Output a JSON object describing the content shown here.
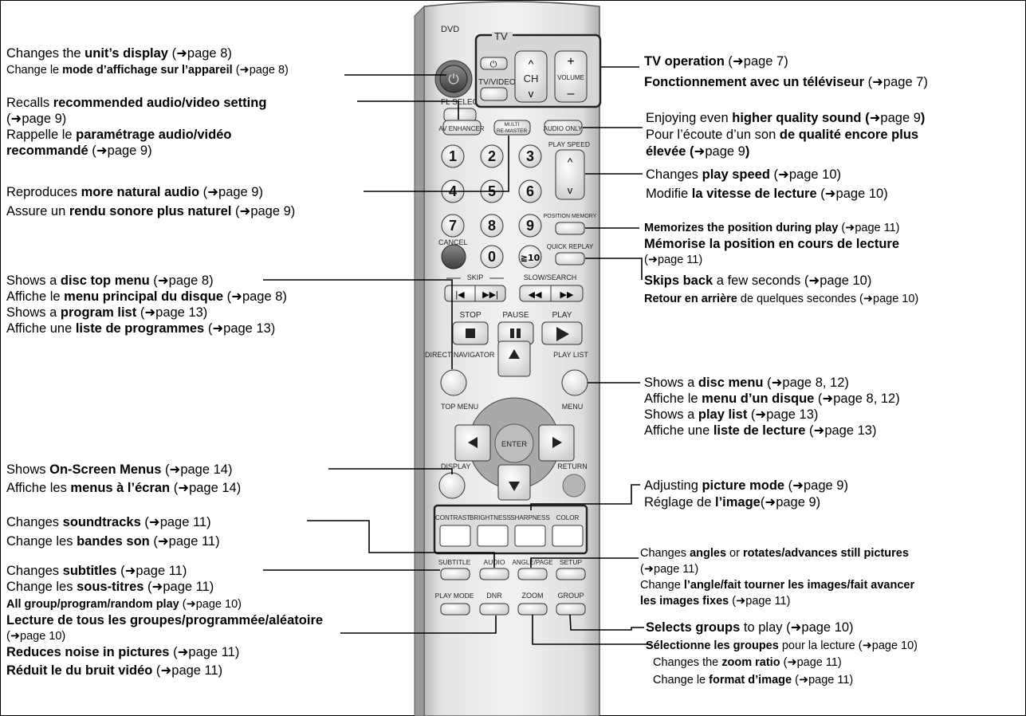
{
  "arrow": "➜",
  "left": {
    "display": {
      "l1": [
        "Changes the ",
        "unit’s display",
        " (",
        "page 8)"
      ],
      "l2": [
        "Change le ",
        "mode d’affichage sur l’appareil",
        " (",
        "page 8)"
      ]
    },
    "av": {
      "l1": [
        "Recalls ",
        "recommended audio/video setting"
      ],
      "l2": [
        "(",
        "page 9)"
      ],
      "l3": [
        "Rappelle le ",
        "paramétrage audio/vidéo"
      ],
      "l4": [
        "recommandé",
        " (",
        "page 9)"
      ]
    },
    "natural": {
      "l1": [
        "Reproduces ",
        "more natural audio",
        " (",
        "page 9)"
      ],
      "l2": [
        "Assure un ",
        "rendu sonore plus naturel",
        " (",
        "page 9)"
      ]
    },
    "topmenu": {
      "l1": [
        "Shows a ",
        "disc top menu",
        " (",
        "page 8)"
      ],
      "l2": [
        "Affiche le ",
        "menu principal du disque",
        " (",
        "page 8)"
      ],
      "l3": [
        "Shows a ",
        "program list",
        " (",
        "page 13)"
      ],
      "l4": [
        "Affiche une ",
        "liste de programmes",
        " (",
        "page 13)"
      ]
    },
    "osd": {
      "l1": [
        "Shows ",
        "On-Screen Menus",
        " (",
        "page 14)"
      ],
      "l2": [
        "Affiche les ",
        "menus à l’écran",
        " (",
        "page 14)"
      ]
    },
    "audio": {
      "l1": [
        "Changes ",
        "soundtracks",
        " (",
        "page 11)"
      ],
      "l2": [
        "Change les ",
        "bandes son",
        " (",
        "page 11)"
      ]
    },
    "subtitle": {
      "l1": [
        "Changes ",
        "subtitles",
        " (",
        "page 11)"
      ],
      "l2": [
        "Change les ",
        "sous-titres",
        " (",
        "page 11)"
      ]
    },
    "playmode": {
      "l1": [
        "All group/program/random play",
        " (",
        "page 10)"
      ],
      "l2": [
        "Lecture de tous les groupes/programmée/aléatoire"
      ],
      "l3": [
        "(",
        "page 10)"
      ]
    },
    "dnr": {
      "l1": [
        "Reduces noise in pictures",
        " (",
        "page 11)"
      ],
      "l2": [
        "Réduit le du bruit vidéo",
        " (",
        "page 11)"
      ]
    }
  },
  "right": {
    "tv": {
      "l1": [
        "TV operation",
        " (",
        "page 7)"
      ],
      "l2": [
        "Fonctionnement avec un téléviseur",
        " (",
        "page 7)"
      ]
    },
    "audioonly": {
      "l1": [
        "Enjoying even ",
        "higher quality sound (",
        "page 9",
        ")"
      ],
      "l2": [
        "Pour l’écoute d’un son ",
        "de qualité encore plus"
      ],
      "l3": [
        "élevée (",
        "page 9",
        ")"
      ]
    },
    "speed": {
      "l1": [
        "Changes ",
        "play speed",
        " (",
        "page 10)"
      ],
      "l2": [
        "Modifie ",
        "la vitesse de lecture",
        " (",
        "page 10)"
      ]
    },
    "memory": {
      "l1": [
        "Memorizes the position during play",
        " (",
        "page 11)"
      ],
      "l2": [
        "Mémorise la position en cours de lecture"
      ],
      "l3": [
        "(",
        "page 11)"
      ]
    },
    "replay": {
      "l1": [
        "Skips back",
        " a few seconds (",
        "page 10)"
      ],
      "l2": [
        "Retour en arrière",
        " de quelques secondes (",
        "page 10)"
      ]
    },
    "menu": {
      "l1": [
        "Shows a ",
        "disc menu",
        " (",
        "page 8, 12)"
      ],
      "l2": [
        "Affiche le ",
        "menu d’un disque",
        " (",
        "page 8, 12)"
      ],
      "l3": [
        "Shows a ",
        "play list",
        " (",
        "page 13)"
      ],
      "l4": [
        "Affiche une ",
        "liste de lecture",
        " (",
        "page 13)"
      ]
    },
    "picture": {
      "l1": [
        "Adjusting ",
        "picture mode",
        " (",
        "page 9)"
      ],
      "l2": [
        "Réglage de ",
        "l’image",
        "(",
        "page 9)"
      ]
    },
    "angle": {
      "l1": [
        "Changes ",
        "angles",
        " or ",
        "rotates/advances still pictures"
      ],
      "l2": [
        "(",
        "page 11)"
      ],
      "l3": [
        "Change ",
        "l’angle/fait tourner les images/fait avancer"
      ],
      "l4": [
        "les images fixes",
        " (",
        "page 11)"
      ]
    },
    "group": {
      "l1": [
        "Selects groups",
        " to play (",
        "page 10)"
      ],
      "l2": [
        "Sélectionne les groupes",
        " pour la lecture (",
        "page 10)"
      ]
    },
    "zoom": {
      "l1": [
        "Changes the ",
        "zoom ratio",
        " (",
        "page 11)"
      ],
      "l2": [
        "Change le ",
        "format d’image",
        " (",
        "page 11)"
      ]
    }
  },
  "remote": {
    "dvd": "DVD",
    "tv": "TV",
    "power": "⏻",
    "tvvideo": "TV/VIDEO",
    "ch": "CH",
    "volume": "VOLUME",
    "plus": "+",
    "minus": "–",
    "fl_select": "FL SELECT",
    "av_enhancer": "AV ENHANCER",
    "multi": "MULTI",
    "remaster": "RE-MASTER",
    "audio_only": "AUDIO ONLY",
    "play_speed": "PLAY SPEED",
    "position_memory": "POSITION MEMORY",
    "cancel": "CANCEL",
    "quick_replay": "QUICK REPLAY",
    "numbers": [
      "1",
      "2",
      "3",
      "4",
      "5",
      "6",
      "7",
      "8",
      "9",
      "0",
      "≧10"
    ],
    "skip": "SKIP",
    "slow_search": "SLOW/SEARCH",
    "stop": "STOP",
    "pause": "PAUSE",
    "play": "PLAY",
    "direct_navigator": "DIRECT NAVIGATOR",
    "play_list": "PLAY LIST",
    "top_menu": "TOP MENU",
    "menu": "MENU",
    "enter": "ENTER",
    "display": "DISPLAY",
    "return": "RETURN",
    "contrast": "CONTRAST",
    "brightness": "BRIGHTNESS",
    "sharpness": "SHARPNESS",
    "color": "COLOR",
    "subtitle": "SUBTITLE",
    "audio": "AUDIO",
    "angle_page": "ANGLE/PAGE",
    "setup": "SETUP",
    "play_mode": "PLAY MODE",
    "dnr": "DNR",
    "zoom": "ZOOM",
    "group": "GROUP"
  }
}
